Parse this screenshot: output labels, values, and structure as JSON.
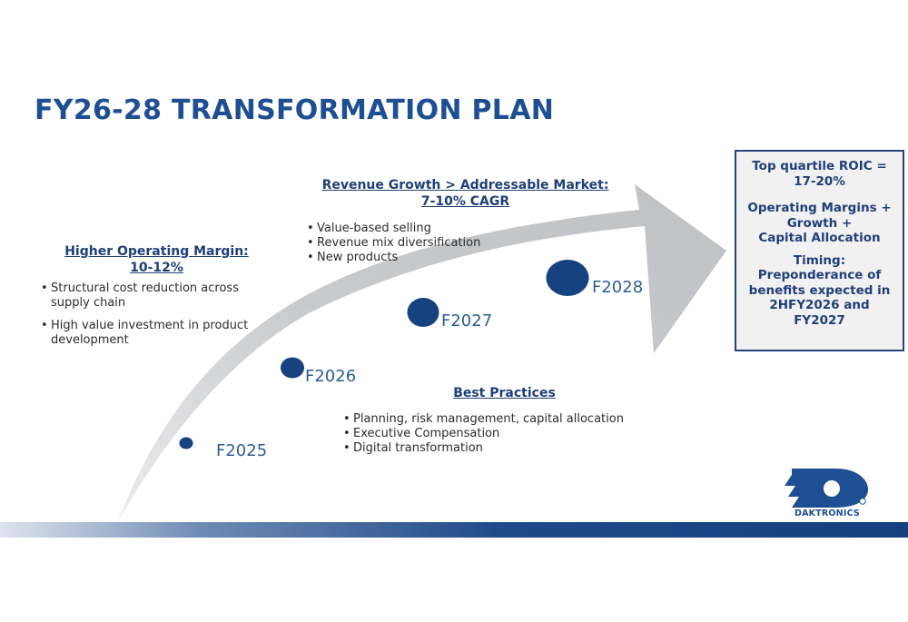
{
  "slide": {
    "title": "FY26-28 TRANSFORMATION PLAN"
  },
  "margin_block": {
    "heading_line1": "Higher Operating Margin:",
    "heading_line2": "10-12%",
    "bullets": [
      "Structural cost reduction across supply chain",
      "High value investment in product development"
    ]
  },
  "revenue_block": {
    "heading_line1": "Revenue Growth > Addressable Market:",
    "heading_line2": "7-10% CAGR",
    "bullets": [
      "Value-based selling",
      "Revenue mix diversification",
      "New products"
    ]
  },
  "best_practices": {
    "heading": "Best Practices",
    "bullets": [
      "Planning, risk management, capital allocation",
      "Executive Compensation",
      "Digital transformation"
    ]
  },
  "milestones": [
    {
      "label": "F2025"
    },
    {
      "label": "F2026"
    },
    {
      "label": "F2027"
    },
    {
      "label": "F2028"
    }
  ],
  "outcome": {
    "roic_line1": "Top quartile ROIC =",
    "roic_line2": "17-20%",
    "margins_line1": "Operating Margins +",
    "margins_line2": "Growth +",
    "margins_line3": "Capital Allocation",
    "timing_line1": "Timing:",
    "timing_line2": "Preponderance of",
    "timing_line3": "benefits expected in",
    "timing_line4": "2HFY2026 and",
    "timing_line5": "FY2027"
  },
  "logo": {
    "text": "DAKTRONICS"
  },
  "colors": {
    "title_blue": "#1e4f92",
    "heading_navy": "#1f3f78",
    "milestone_dot": "#16427f",
    "arrow_gray": "#c9cbce"
  }
}
